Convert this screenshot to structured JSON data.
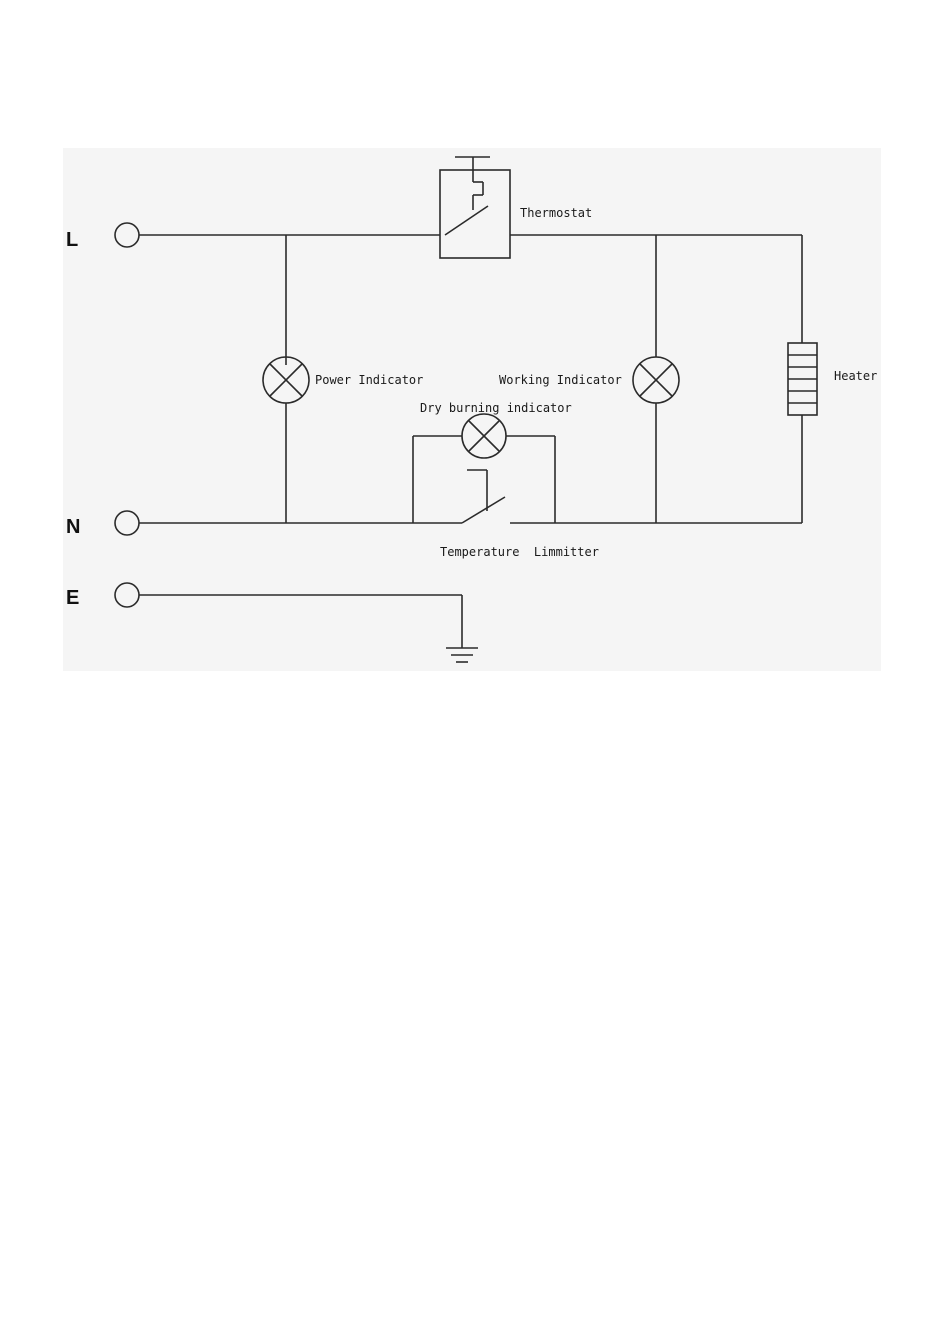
{
  "colors": {
    "panel_bg": "#f5f5f5",
    "line": "#2b2b2b",
    "text": "#1a1a1a",
    "page_bg": "#ffffff"
  },
  "terminals": {
    "line": "L",
    "neutral": "N",
    "earth": "E"
  },
  "labels": {
    "thermostat": "Thermostat",
    "power_indicator": "Power Indicator",
    "working_indicator": "Working Indicator",
    "dry_burning_indicator": "Dry burning indicator",
    "heater": "Heater",
    "temperature_limiter": "Temperature  Limmitter"
  },
  "icons": {
    "terminal": "terminal-circle-icon",
    "lamp": "indicator-lamp-icon",
    "switch": "switch-icon",
    "heater": "heater-resistor-icon",
    "ground": "ground-icon"
  }
}
